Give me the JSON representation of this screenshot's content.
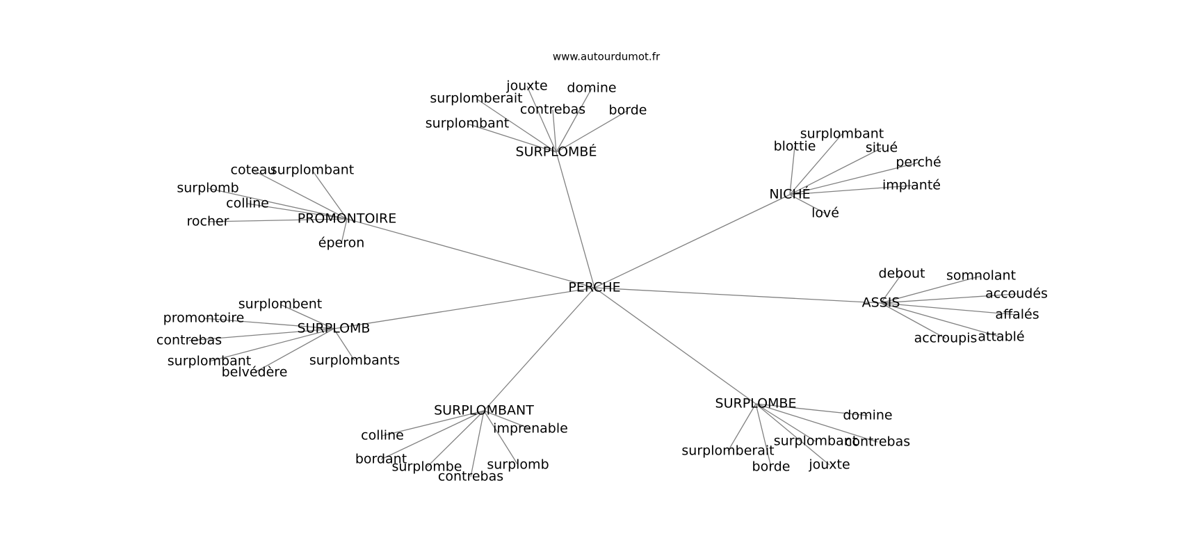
{
  "watermark": "www.autourdumot.fr",
  "graph": {
    "root": "PERCHE",
    "branches": [
      {
        "id": "surplombe-accent",
        "label": "SURPLOMBÉ",
        "leaves": [
          "jouxte",
          "domine",
          "surplomberait",
          "contrebas",
          "borde",
          "surplombant"
        ]
      },
      {
        "id": "niche",
        "label": "NICHÉ",
        "leaves": [
          "surplombant",
          "blottie",
          "situé",
          "perché",
          "implanté",
          "lové"
        ]
      },
      {
        "id": "promontoire",
        "label": "PROMONTOIRE",
        "leaves": [
          "coteau",
          "surplombant",
          "surplomb",
          "colline",
          "rocher",
          "éperon"
        ]
      },
      {
        "id": "assis",
        "label": "ASSIS",
        "leaves": [
          "debout",
          "somnolant",
          "accoudés",
          "affalés",
          "attablé",
          "accroupis"
        ]
      },
      {
        "id": "surplomb",
        "label": "SURPLOMB",
        "leaves": [
          "surplombent",
          "promontoire",
          "contrebas",
          "surplombant",
          "belvédère",
          "surplombants"
        ]
      },
      {
        "id": "surplombant",
        "label": "SURPLOMBANT",
        "leaves": [
          "imprenable",
          "colline",
          "bordant",
          "surplomb",
          "surplombe",
          "contrebas"
        ]
      },
      {
        "id": "surplombe",
        "label": "SURPLOMBE",
        "leaves": [
          "domine",
          "surplombant",
          "contrebas",
          "surplomberait",
          "jouxte",
          "borde"
        ]
      }
    ]
  }
}
